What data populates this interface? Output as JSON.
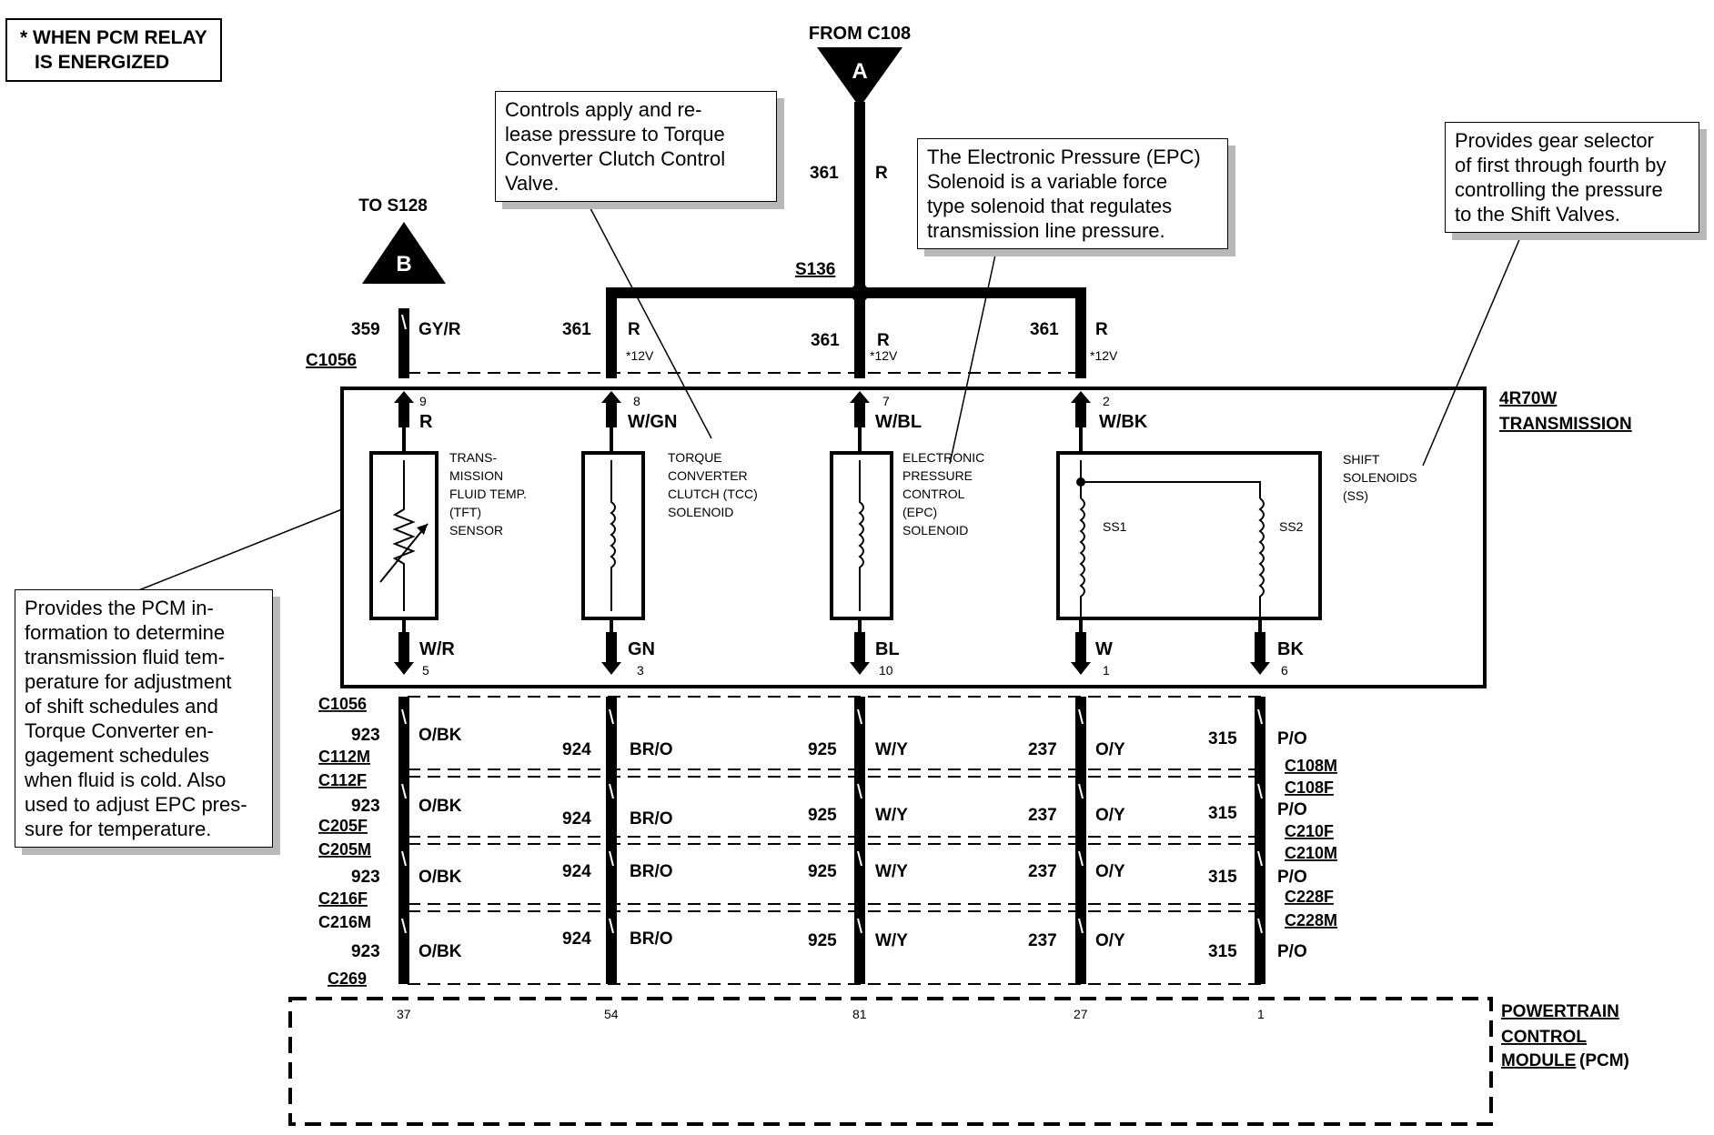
{
  "legend": [
    "* WHEN PCM RELAY",
    "  IS ENERGIZED"
  ],
  "from_connector": "FROM C108",
  "splice_a": "A",
  "to_connector": "TO S128",
  "splice_b": "B",
  "splice_main": "S136",
  "top_connector": "C1056",
  "feed_wires": {
    "w359": {
      "num": "359",
      "color": "GY/R"
    },
    "w361_top": {
      "num": "361",
      "color": "R"
    },
    "w361_a": {
      "num": "361",
      "color": "R",
      "volt": "*12V"
    },
    "w361_b": {
      "num": "361",
      "color": "R",
      "volt": "*12V"
    },
    "w361_c": {
      "num": "361",
      "color": "R",
      "volt": "*12V"
    }
  },
  "transmission_label": [
    "4R70W",
    "TRANSMISSION"
  ],
  "pins_top": [
    {
      "pin": "9",
      "color": "R"
    },
    {
      "pin": "8",
      "color": "W/GN"
    },
    {
      "pin": "7",
      "color": "W/BL"
    },
    {
      "pin": "2",
      "color": "W/BK"
    }
  ],
  "components": {
    "tft": [
      "TRANS-",
      "MISSION",
      "FLUID TEMP.",
      "(TFT)",
      "SENSOR"
    ],
    "tcc": [
      "TORQUE",
      "CONVERTER",
      "CLUTCH (TCC)",
      "SOLENOID"
    ],
    "epc": [
      "ELECTRONIC",
      "PRESSURE",
      "CONTROL",
      "(EPC)",
      "SOLENOID"
    ],
    "ss": [
      "SHIFT",
      "SOLENOIDS",
      "(SS)"
    ],
    "ss1": "SS1",
    "ss2": "SS2"
  },
  "pins_bottom": [
    {
      "pin": "5",
      "color": "W/R"
    },
    {
      "pin": "3",
      "color": "GN"
    },
    {
      "pin": "10",
      "color": "BL"
    },
    {
      "pin": "1",
      "color": "W"
    },
    {
      "pin": "6",
      "color": "BK"
    }
  ],
  "connectors_left": [
    "C1056",
    "C112M",
    "C112F",
    "C205F",
    "C205M",
    "C216F",
    "C216M",
    "C269"
  ],
  "connectors_right": [
    "C108M",
    "C108F",
    "C210F",
    "C210M",
    "C228F",
    "C228M"
  ],
  "circuits": [
    {
      "num": "923",
      "color": "O/BK"
    },
    {
      "num": "924",
      "color": "BR/O"
    },
    {
      "num": "925",
      "color": "W/Y"
    },
    {
      "num": "237",
      "color": "O/Y"
    },
    {
      "num": "315",
      "color": "P/O"
    }
  ],
  "pcm_pins": [
    "37",
    "54",
    "81",
    "27",
    "1"
  ],
  "pcm_label": [
    "POWERTRAIN",
    "CONTROL",
    "MODULE",
    " (PCM)"
  ],
  "notes": {
    "tcc": [
      "Controls apply and re-",
      "lease pressure to Torque",
      "Converter Clutch Control",
      "Valve."
    ],
    "epc": [
      "The Electronic Pressure (EPC)",
      "Solenoid is a variable force",
      "type solenoid that regulates",
      "transmission line pressure."
    ],
    "ss": [
      "Provides gear selector",
      "of first through fourth by",
      "controlling the pressure",
      "to the Shift Valves."
    ],
    "tft": [
      "Provides the PCM in-",
      "formation to determine",
      "transmission fluid tem-",
      "perature for adjustment",
      "of shift schedules and",
      "Torque Converter en-",
      "gagement schedules",
      "when fluid is cold. Also",
      "used to adjust EPC pres-",
      "sure for temperature."
    ]
  }
}
